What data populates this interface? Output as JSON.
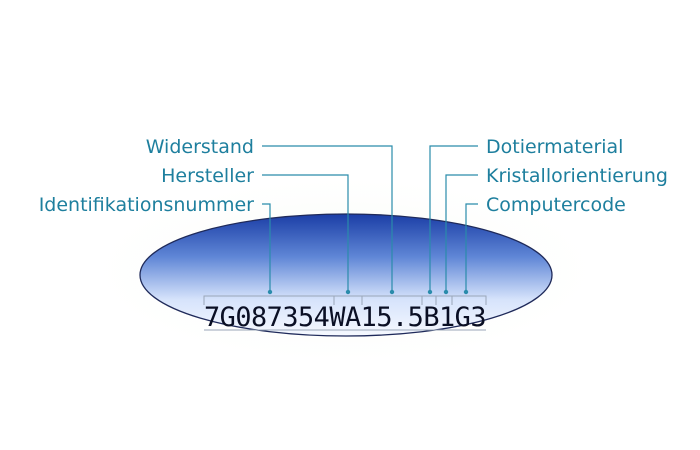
{
  "labels_left": [
    {
      "key": "widerstand",
      "text": "Widerstand"
    },
    {
      "key": "hersteller",
      "text": "Hersteller"
    },
    {
      "key": "identifikation",
      "text": "Identifikationsnummer"
    }
  ],
  "labels_right": [
    {
      "key": "dotiermaterial",
      "text": "Dotiermaterial"
    },
    {
      "key": "kristall",
      "text": "Kristallorientierung"
    },
    {
      "key": "computercode",
      "text": "Computercode"
    }
  ],
  "wafer_code": "7G087354WA15.5B1G3",
  "colors": {
    "label": "#1e7f9e",
    "leader": "#2a8cab",
    "wafer_edge": "#1f2a5a",
    "wafer_top": "#1c3fa8",
    "wafer_bottom": "#f4f8ff"
  }
}
